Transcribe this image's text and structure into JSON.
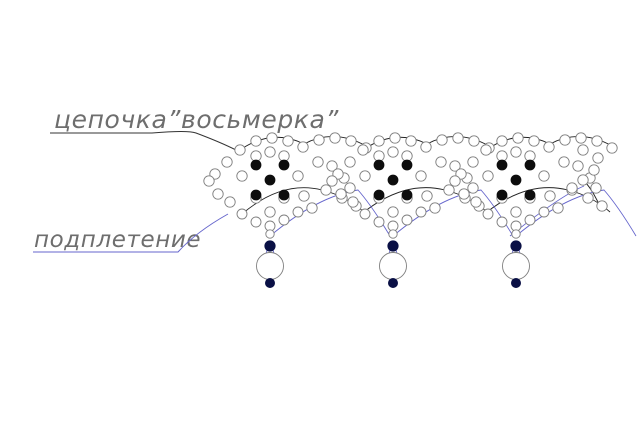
{
  "labels": {
    "chain_label": "цепочка”восьмерка”",
    "braid_label": "подплетение"
  },
  "colors": {
    "background": "#ffffff",
    "bead_outline": "#7f7f7f",
    "dark_bead": "#0d0d0d",
    "accent_bead": "#0a1045",
    "thread_black": "#222222",
    "thread_blue": "#6666cc",
    "label_text": "#6e6e6e"
  },
  "pattern": {
    "repeats": 3,
    "dark_beads_per_cross": 5,
    "drops": 3
  }
}
